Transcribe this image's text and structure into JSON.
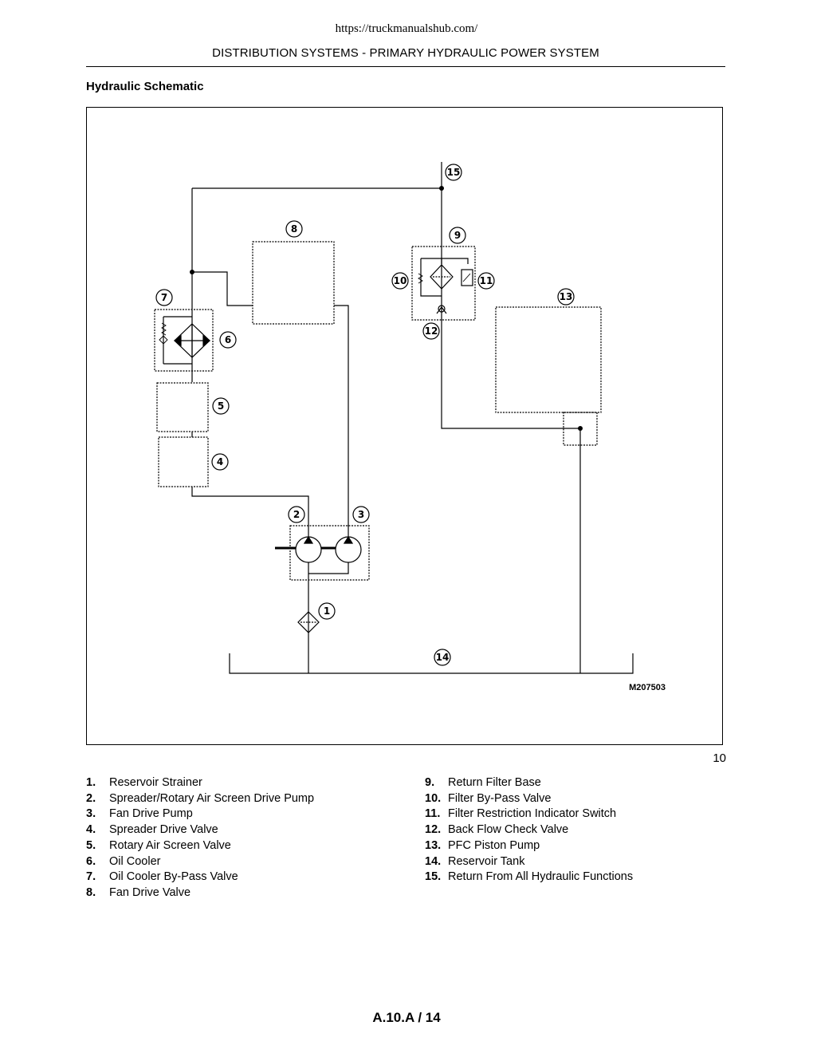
{
  "page": {
    "url": "https://truckmanualshub.com/",
    "header": "DISTRIBUTION SYSTEMS - PRIMARY HYDRAULIC POWER SYSTEM",
    "section_title": "Hydraulic Schematic",
    "figure_number": "10",
    "page_number": "A.10.A / 14"
  },
  "figure": {
    "figure_id": "M207503",
    "callouts": [
      "1",
      "2",
      "3",
      "4",
      "5",
      "6",
      "7",
      "8",
      "9",
      "10",
      "11",
      "12",
      "13",
      "14",
      "15"
    ]
  },
  "legend": {
    "left": [
      {
        "num": "1.",
        "label": "Reservoir Strainer"
      },
      {
        "num": "2.",
        "label": "Spreader/Rotary Air Screen Drive Pump"
      },
      {
        "num": "3.",
        "label": "Fan Drive Pump"
      },
      {
        "num": "4.",
        "label": "Spreader Drive Valve"
      },
      {
        "num": "5.",
        "label": "Rotary Air Screen Valve"
      },
      {
        "num": "6.",
        "label": "Oil Cooler"
      },
      {
        "num": "7.",
        "label": "Oil Cooler By-Pass Valve"
      },
      {
        "num": "8.",
        "label": "Fan Drive Valve"
      }
    ],
    "right": [
      {
        "num": "9.",
        "label": "Return Filter Base"
      },
      {
        "num": "10.",
        "label": "Filter By-Pass Valve"
      },
      {
        "num": "11.",
        "label": "Filter Restriction Indicator Switch"
      },
      {
        "num": "12.",
        "label": "Back Flow Check Valve"
      },
      {
        "num": "13.",
        "label": "PFC Piston Pump"
      },
      {
        "num": "14.",
        "label": "Reservoir Tank"
      },
      {
        "num": "15.",
        "label": "Return From All Hydraulic Functions"
      }
    ]
  }
}
